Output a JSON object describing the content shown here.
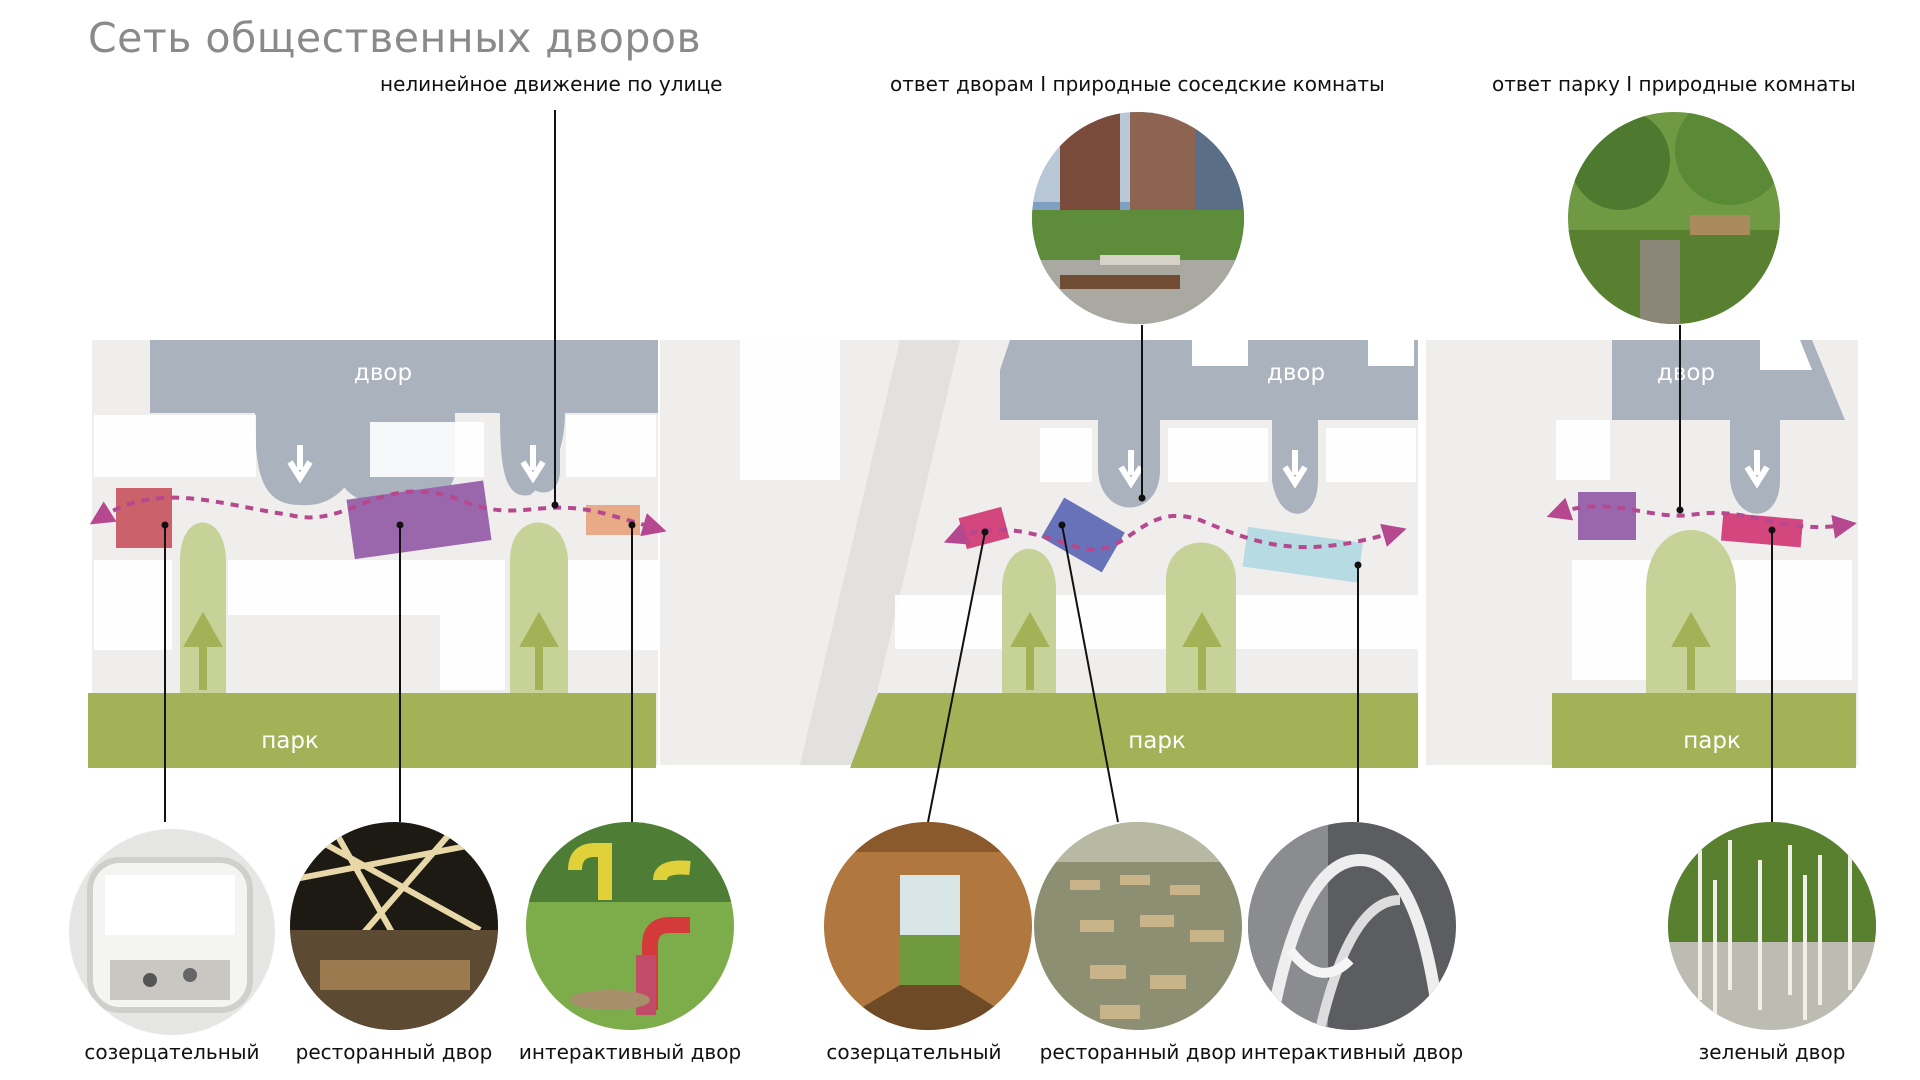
{
  "title": "Сеть общественных дворов",
  "headers": {
    "left": "нелинейное движение по улице",
    "middle": "ответ дворам I природные соседские комнаты",
    "right": "ответ парку I природные комнаты"
  },
  "labels": {
    "courtyard": "двор",
    "park": "парк"
  },
  "captions": [
    "созерцательный",
    "ресторанный двор",
    "интерактивный двор",
    "созерцательный",
    "ресторанный двор",
    "интерактивный двор",
    "зеленый двор"
  ],
  "colors": {
    "building": "#aab2be",
    "park": "#a4b257",
    "park_light": "#c7d298",
    "path": "#b5488e",
    "ground": "#efeeed",
    "red": "#c85a64",
    "purple": "#9b67ac",
    "salmon": "#e9aa88",
    "pink": "#d4467e",
    "blue": "#6872b8",
    "lightblue": "#b6dbe2"
  }
}
